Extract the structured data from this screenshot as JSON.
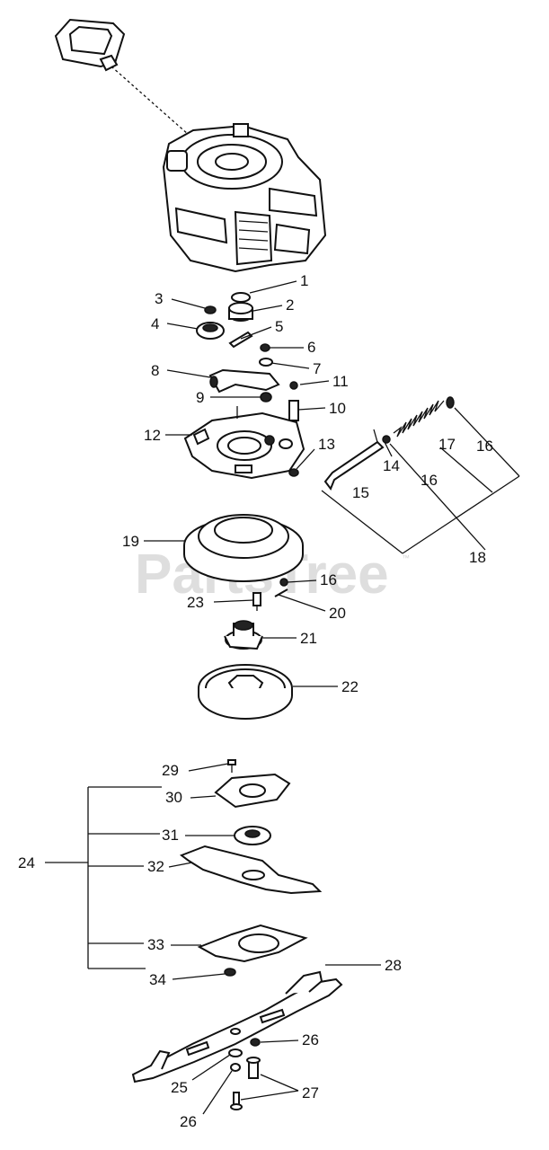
{
  "watermark": {
    "text": "PartsTree",
    "mark": "™"
  },
  "callouts": {
    "c1": "1",
    "c2": "2",
    "c3": "3",
    "c4": "4",
    "c5": "5",
    "c6": "6",
    "c7": "7",
    "c8": "8",
    "c9": "9",
    "c10": "10",
    "c11": "11",
    "c12": "12",
    "c13": "13",
    "c14": "14",
    "c15": "15",
    "c16a": "16",
    "c16b": "16",
    "c16c": "16",
    "c17": "17",
    "c18a": "18",
    "c19": "19",
    "c20": "20",
    "c21": "21",
    "c22": "22",
    "c23": "23",
    "c24": "24",
    "c25": "25",
    "c26a": "26",
    "c26b": "26",
    "c27": "27",
    "c28": "28",
    "c29": "29",
    "c30": "30",
    "c31": "31",
    "c32": "32",
    "c33": "33",
    "c34": "34"
  },
  "colors": {
    "line": "#111111",
    "watermark": "#d6d6d6",
    "background": "#ffffff"
  }
}
